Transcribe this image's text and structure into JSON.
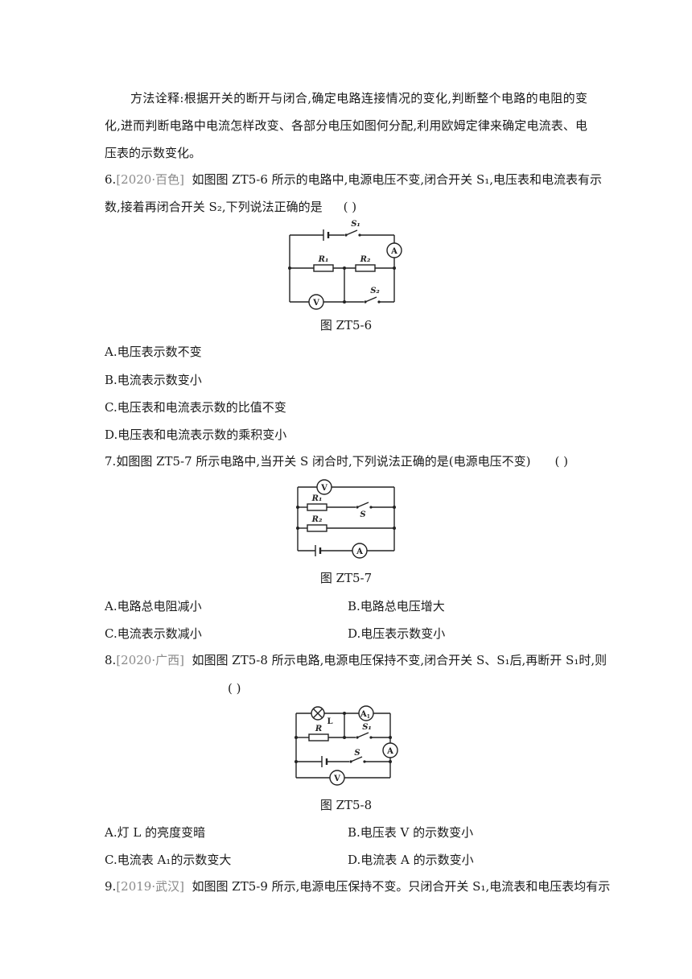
{
  "method_note": {
    "line1": "方法诠释:根据开关的断开与闭合,确定电路连接情况的变化,判断整个电路的电阻的变",
    "line2": "化,进而判断电路中电流怎样改变、各部分电压如图何分配,利用欧姆定律来确定电流表、电",
    "line3": "压表的示数变化。"
  },
  "questions": [
    {
      "num": "6.",
      "source": "[2020·百色]",
      "stem_line1": "如图图 ZT5-6 所示的电路中,电源电压不变,闭合开关 S₁,电压表和电流表有示",
      "stem_line2": "数,接着再闭合开关 S₂,下列说法正确的是",
      "bracket": "(        )",
      "figure_caption": "图 ZT5-6",
      "options": [
        "A.电压表示数不变",
        "B.电流表示数变小",
        "C.电压表和电流表示数的比值不变",
        "D.电压表和电流表示数的乘积变小"
      ],
      "labels": {
        "s1": "S₁",
        "s2": "S₂",
        "r1": "R₁",
        "r2": "R₂",
        "ammeter": "A",
        "voltmeter": "V"
      }
    },
    {
      "num": "7.",
      "source": "",
      "stem_line1": "如图图 ZT5-7 所示电路中,当开关 S 闭合时,下列说法正确的是(电源电压不变)",
      "bracket": "(        )",
      "figure_caption": "图 ZT5-7",
      "options": [
        "A.电路总电阻减小",
        "B.电路总电压增大",
        "C.电流表示数减小",
        "D.电压表示数变小"
      ],
      "labels": {
        "s": "S",
        "r1": "R₁",
        "r2": "R₂",
        "ammeter": "A",
        "voltmeter": "V"
      }
    },
    {
      "num": "8.",
      "source": "[2020·广西]",
      "stem_line1": "如图图 ZT5-8 所示电路,电源电压保持不变,闭合开关 S、S₁后,再断开 S₁时,则",
      "bracket": "(        )",
      "figure_caption": "图 ZT5-8",
      "options": [
        "A.灯 L 的亮度变暗",
        "B.电压表 V 的示数变小",
        "C.电流表 A₁的示数变大",
        "D.电流表 A 的示数变小"
      ],
      "labels": {
        "lamp": "L",
        "r": "R",
        "a1": "A₁",
        "a1_main": "A",
        "a1_sub": "1",
        "s1": "S₁",
        "s": "S",
        "ammeter": "A",
        "voltmeter": "V"
      }
    },
    {
      "num": "9.",
      "source": "[2019·武汉]",
      "stem_line1": "如图图 ZT5-9 所示,电源电压保持不变。只闭合开关 S₁,电流表和电压表均有示"
    }
  ]
}
